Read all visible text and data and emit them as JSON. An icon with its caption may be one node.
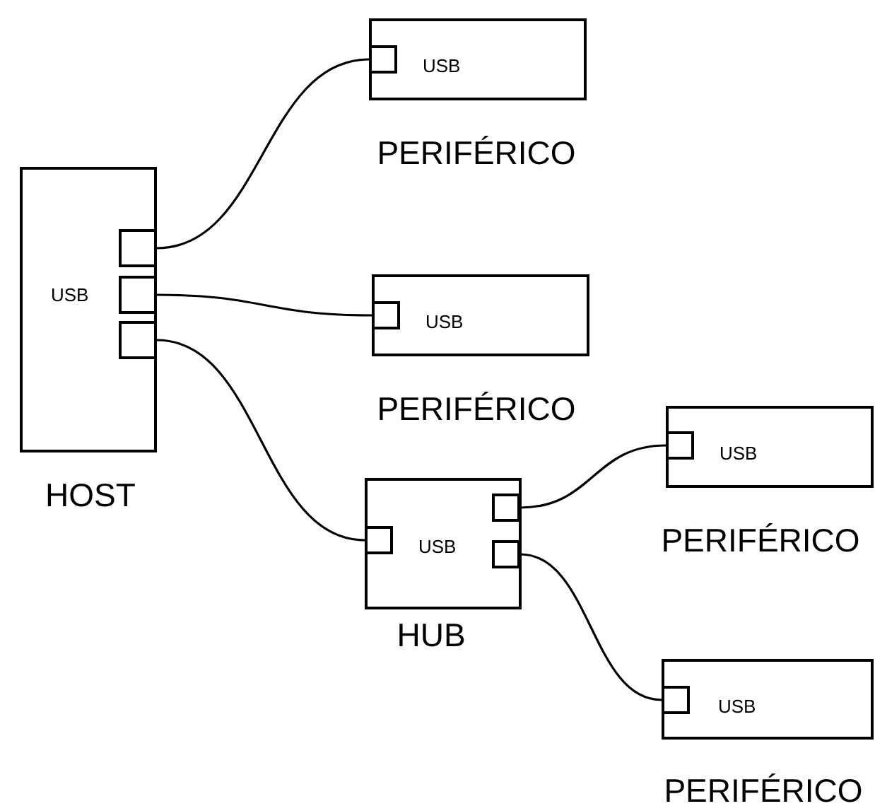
{
  "diagram": {
    "nodes": [
      {
        "text": [
          "USB",
          "PERIFÉRICO"
        ]
      },
      {
        "text": [],
        "shape": "box",
        "in": 0
      },
      {
        "text": [
          "USB",
          "HOST"
        ]
      },
      {
        "text": [],
        "shape": "box",
        "in": 2
      },
      {
        "text": [],
        "shape": "box",
        "in": 2
      },
      {
        "text": [],
        "shape": "box",
        "in": 2
      },
      {
        "text": [
          "USB",
          "PERIFÉRICO"
        ]
      },
      {
        "text": [],
        "shape": "box",
        "in": 6
      },
      {
        "text": [
          "USB",
          "PERIFÉRICO"
        ]
      },
      {
        "text": [],
        "shape": "box",
        "in": 8
      },
      {
        "text": [
          "USB",
          "HUB"
        ]
      },
      {
        "text": [],
        "shape": "box",
        "in": 10
      },
      {
        "text": [],
        "shape": "box",
        "in": 10
      },
      {
        "text": [],
        "shape": "box",
        "in": 10
      },
      {
        "text": [
          "USB",
          "PERIFÉRICO"
        ]
      },
      {
        "text": [],
        "shape": "box",
        "in": 14
      }
    ],
    "edges": [
      {
        "from": 3,
        "to": 1,
        "arrow": "none"
      },
      {
        "from": 4,
        "to": 7,
        "arrow": "none"
      },
      {
        "from": 5,
        "to": 11,
        "arrow": "none"
      },
      {
        "from": 12,
        "to": 9,
        "arrow": "none"
      },
      {
        "from": 13,
        "to": 15,
        "arrow": "none"
      }
    ]
  }
}
